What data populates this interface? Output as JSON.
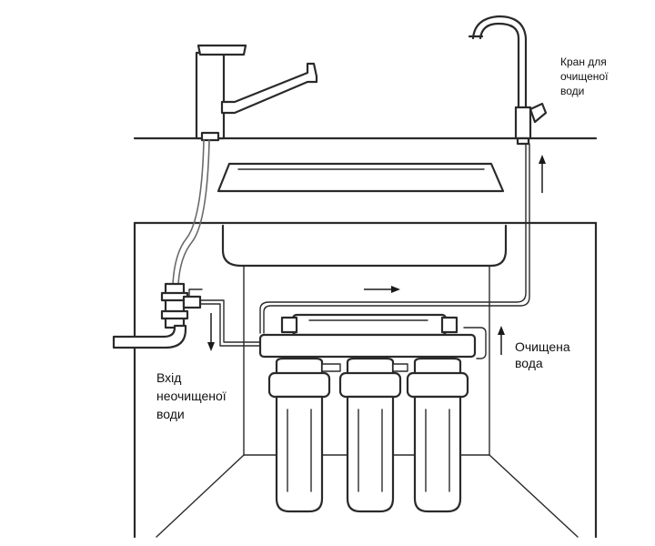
{
  "labels": {
    "faucet_line1": "Кран для",
    "faucet_line2": "очищеної",
    "faucet_line3": "води",
    "inlet_line1": "Вхід",
    "inlet_line2": "неочищеної",
    "inlet_line3": "води",
    "outlet_line1": "Очищена",
    "outlet_line2": "вода"
  },
  "colors": {
    "line": "#2a2a2a",
    "background": "#ffffff"
  }
}
